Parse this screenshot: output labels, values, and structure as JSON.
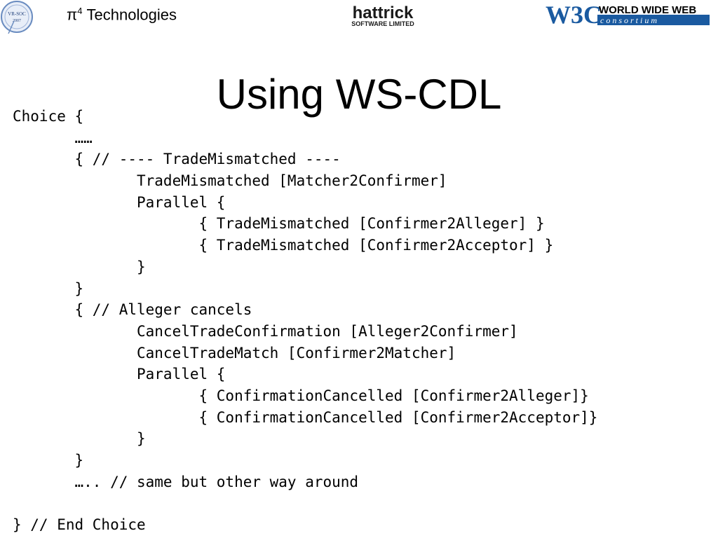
{
  "header": {
    "seal_text": [
      "VR-SOC",
      "2007"
    ],
    "company_name": "π",
    "company_sup": "4",
    "company_suffix": " Technologies",
    "hattrick_logo_main": "hattrick",
    "hattrick_logo_sub": "SOFTWARE LIMITED",
    "w3c_logo_mark": "W3C",
    "w3c_logo_line1": "WORLD WIDE WEB",
    "w3c_logo_line2": "c o n s o r t i u m",
    "colors": {
      "w3c_blue": "#1a5aa0",
      "hattrick_dark": "#1a1a1a",
      "seal_blue": "#6a8cc0"
    }
  },
  "slide": {
    "title": "Using WS-CDL"
  },
  "code_lines": [
    "Choice {",
    "       ……",
    "       { // ---- TradeMismatched ----",
    "              TradeMismatched [Matcher2Confirmer]",
    "              Parallel {",
    "                     { TradeMismatched [Confirmer2Alleger] }",
    "                     { TradeMismatched [Confirmer2Acceptor] }",
    "              }",
    "       }",
    "       { // Alleger cancels",
    "              CancelTradeConfirmation [Alleger2Confirmer]",
    "              CancelTradeMatch [Confirmer2Matcher]",
    "              Parallel {",
    "                     { ConfirmationCancelled [Confirmer2Alleger]}",
    "                     { ConfirmationCancelled [Confirmer2Acceptor]}",
    "              }",
    "       }",
    "       ….. // same but other way around",
    "",
    "} // End Choice"
  ]
}
